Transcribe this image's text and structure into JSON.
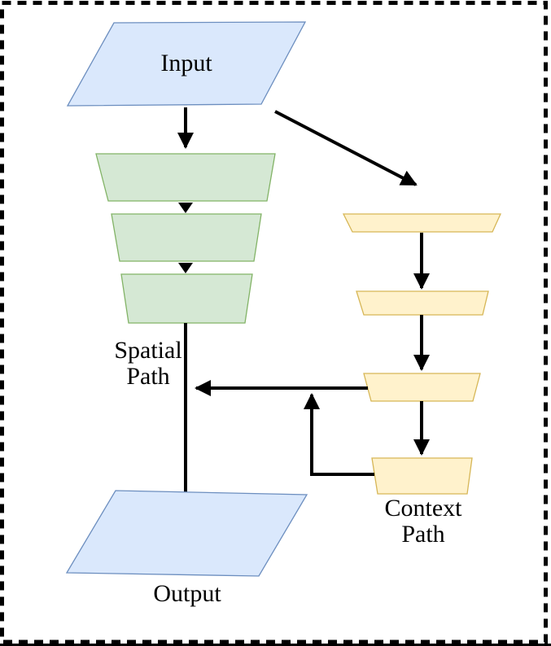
{
  "diagram": {
    "background_color": "#ffffff",
    "border": {
      "color": "#000000",
      "style": "dashed"
    },
    "arrow_color": "#000000",
    "text_color": "#000000",
    "nodes": {
      "input": {
        "label": "Input",
        "shape": "parallelogram",
        "fill": "#dae8fc",
        "stroke": "#6c8ebf"
      },
      "spatial_path": {
        "label": "Spatial Path",
        "label_lines": [
          "Spatial",
          "Path"
        ],
        "shape": "trapezoid-stack",
        "stage_count": 3,
        "fill": "#d5e8d4",
        "stroke": "#82b366"
      },
      "context_path": {
        "label": "Context Path",
        "label_lines": [
          "Context",
          "Path"
        ],
        "shape": "trapezoid-stack",
        "stage_count": 4,
        "fill": "#fff2cc",
        "stroke": "#d6b656"
      },
      "output": {
        "label": "Output",
        "shape": "parallelogram",
        "fill": "#dae8fc",
        "stroke": "#6c8ebf"
      }
    },
    "edges": [
      {
        "from": "input",
        "to": "spatial-path"
      },
      {
        "from": "input",
        "to": "context-path"
      },
      {
        "from": "spatial-path",
        "to": "output"
      },
      {
        "from": "context-path-stage-3",
        "to": "spatial-path-output-line"
      },
      {
        "from": "context-path-stage-4",
        "to": "context-to-spatial-arrow"
      }
    ]
  }
}
